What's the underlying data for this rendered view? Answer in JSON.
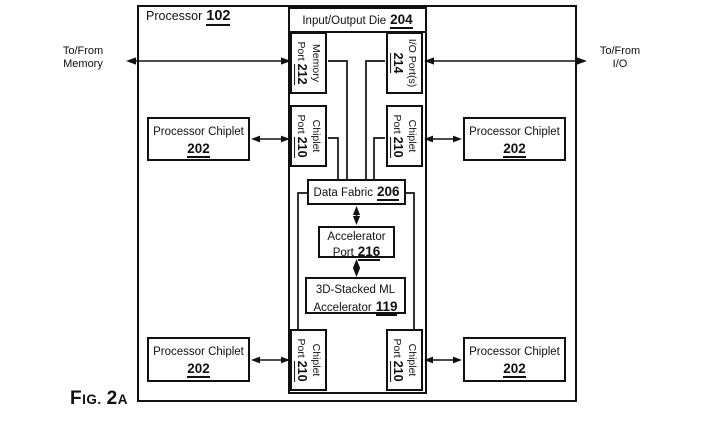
{
  "colors": {
    "ink": "#111111",
    "paper": "#ffffff"
  },
  "fig_label": {
    "f_big": "F",
    "f_small": "IG.",
    "num_big": "2",
    "num_small": "A"
  },
  "processor": {
    "label": "Processor",
    "ref": "102"
  },
  "io_die": {
    "label": "Input/Output Die",
    "ref": "204"
  },
  "memory_port": {
    "line1": "Memory",
    "line2": "Port",
    "ref": "212"
  },
  "io_port": {
    "line1": "I/O Port(s)",
    "ref": "214"
  },
  "chiplet_port": {
    "line1": "Chiplet",
    "line2": "Port",
    "ref": "210"
  },
  "data_fabric": {
    "label": "Data Fabric",
    "ref": "206"
  },
  "accelerator_port": {
    "line1": "Accelerator",
    "line2": "Port",
    "ref": "216"
  },
  "ml_accelerator": {
    "line1": "3D-Stacked ML",
    "line2": "Accelerator",
    "ref": "119"
  },
  "processor_chiplet": {
    "label": "Processor Chiplet",
    "ref": "202"
  },
  "external": {
    "memory_line1": "To/From",
    "memory_line2": "Memory",
    "io_line1": "To/From",
    "io_line2": "I/O"
  }
}
